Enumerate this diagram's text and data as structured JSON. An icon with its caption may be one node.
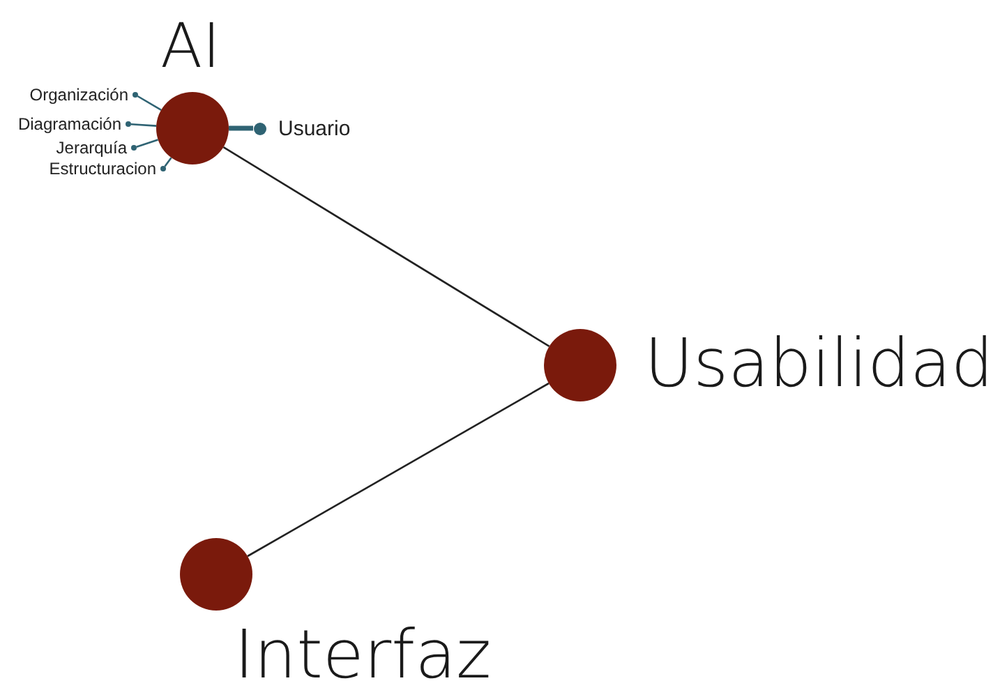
{
  "diagram": {
    "nodes": [
      {
        "text": [
          "AI"
        ]
      },
      {
        "text": [
          "Usabilidad"
        ]
      },
      {
        "text": [
          "Interfaz"
        ]
      },
      {
        "text": [
          "Organización"
        ]
      },
      {
        "text": [
          "Diagramación"
        ]
      },
      {
        "text": [
          "Jerarquía"
        ]
      },
      {
        "text": [
          "Estructuracion"
        ]
      },
      {
        "text": [
          "Usuario"
        ]
      }
    ],
    "edges": [
      {
        "from": 0,
        "to": 1,
        "arrow": "none"
      },
      {
        "from": 1,
        "to": 2,
        "arrow": "none"
      },
      {
        "from": 0,
        "to": 3,
        "arrow": "none",
        "color": "#2f6373"
      },
      {
        "from": 0,
        "to": 4,
        "arrow": "none",
        "color": "#2f6373"
      },
      {
        "from": 0,
        "to": 5,
        "arrow": "none",
        "color": "#2f6373"
      },
      {
        "from": 0,
        "to": 6,
        "arrow": "none",
        "color": "#2f6373"
      },
      {
        "from": 0,
        "to": 7,
        "arrow": "none",
        "style": "thick",
        "color": "#2f6373"
      }
    ]
  }
}
